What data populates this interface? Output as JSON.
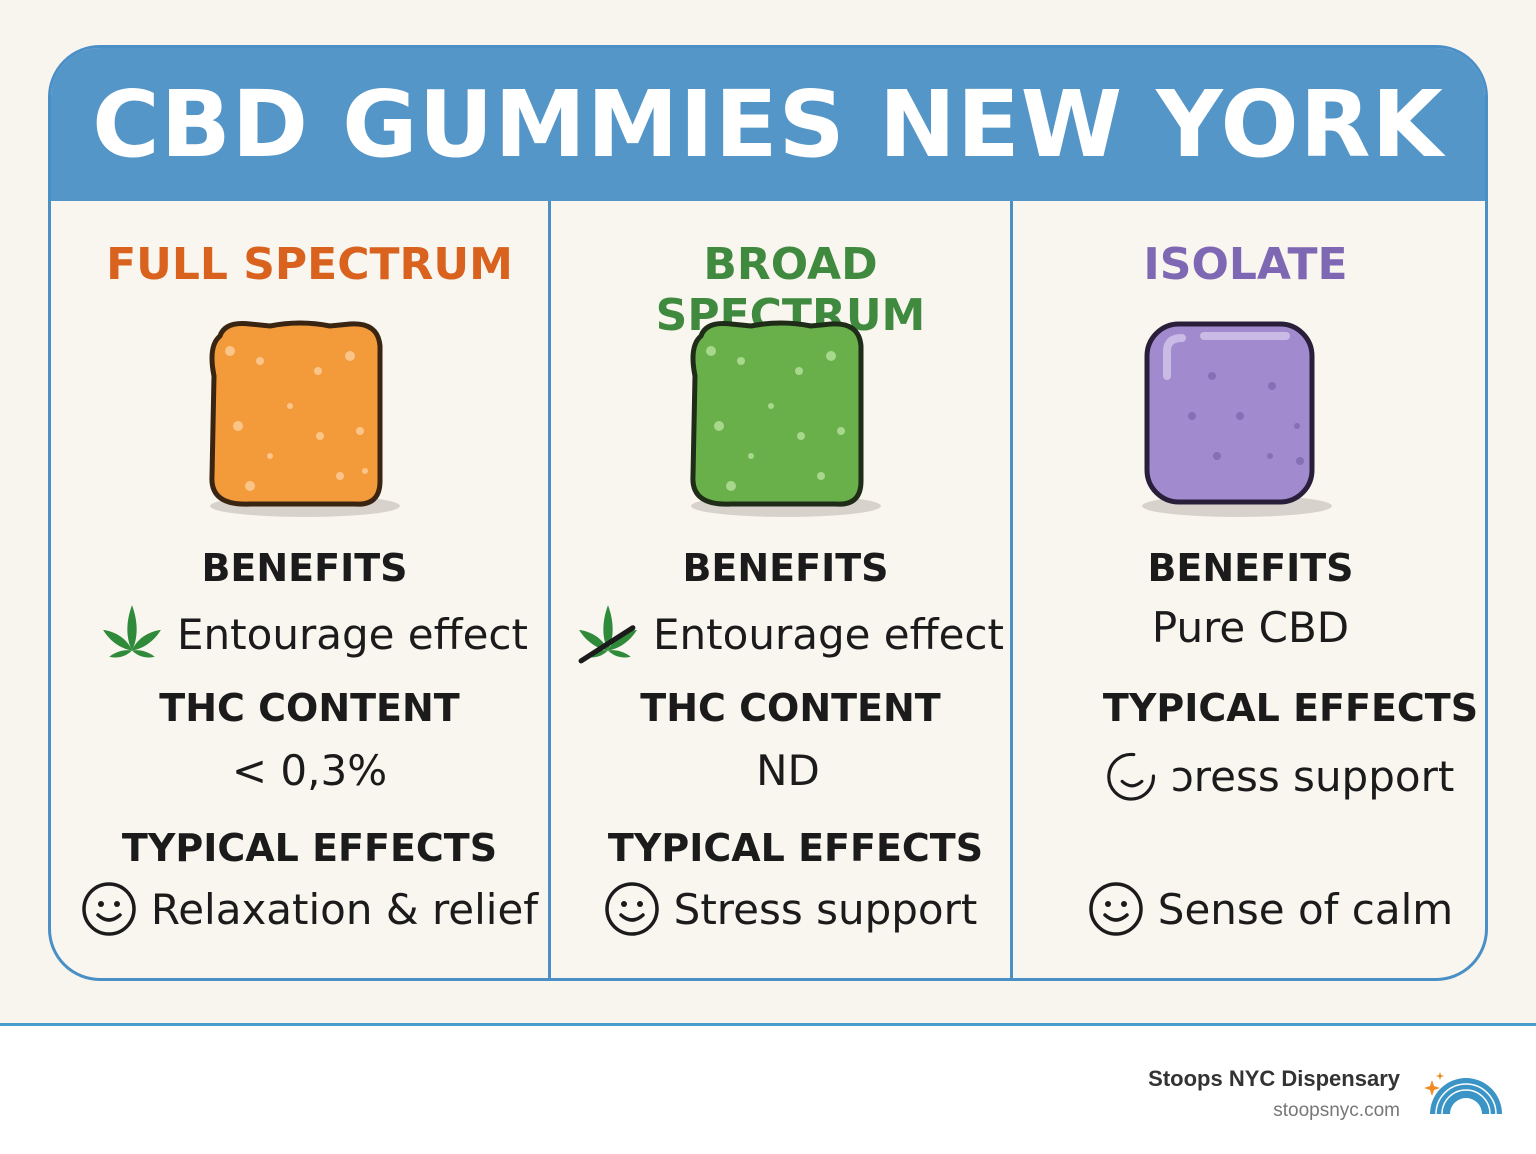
{
  "title": "CBD GUMMIES NEW YORK",
  "columns": [
    {
      "title": "FULL SPECTRUM",
      "color": "#d9621f",
      "gummy_color": "#f39a3a",
      "rows": [
        {
          "heading": "BENEFITS",
          "text": "Entourage effect",
          "icon": "cannabis-leaf-icon"
        },
        {
          "heading": "THC CONTENT",
          "text": "< 0,3%"
        },
        {
          "heading": "TYPICAL EFFECTS",
          "text": "Relaxation & relief",
          "icon": "smiley-icon"
        }
      ]
    },
    {
      "title": "BROAD SPECTRUM",
      "color": "#3f8a3e",
      "gummy_color": "#69b04a",
      "rows": [
        {
          "heading": "BENEFITS",
          "text": "Entourage effect",
          "icon": "cannabis-leaf-crossed-icon"
        },
        {
          "heading": "THC CONTENT",
          "text": "ND"
        },
        {
          "heading": "TYPICAL EFFECTS",
          "text": "Stress support",
          "icon": "smiley-icon"
        }
      ]
    },
    {
      "title": "ISOLATE",
      "color": "#7f68b3",
      "gummy_color": "#a28ace",
      "rows": [
        {
          "heading": "BENEFITS",
          "text": "Pure CBD"
        },
        {
          "heading": "TYPICAL EFFECTS",
          "text": "ɔress support",
          "icon": "smiley-icon"
        },
        {
          "text": "Sense of calm",
          "icon": "smiley-icon"
        }
      ]
    }
  ],
  "footer": {
    "brand": "Stoops NYC Dispensary",
    "url": "stoopsnyc.com"
  }
}
